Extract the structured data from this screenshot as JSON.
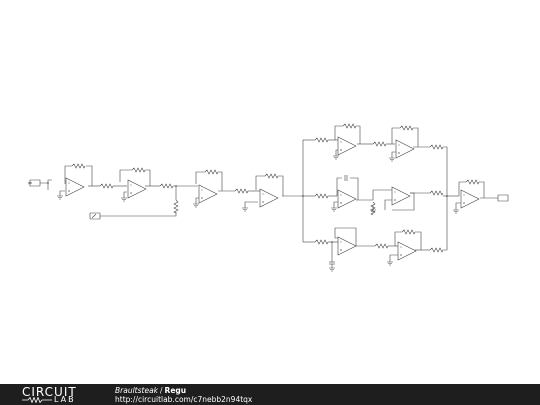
{
  "footer": {
    "logo_top": "CIRCUIT",
    "logo_bottom": "LAB",
    "author": "Braultsteak",
    "separator": "/",
    "title": "Regu",
    "url": "http://circuitlab.com/c7nebb2n94tqx"
  },
  "colors": {
    "wire": "#444444",
    "footer_bg": "#1e1e1e",
    "footer_text": "#ffffff"
  }
}
